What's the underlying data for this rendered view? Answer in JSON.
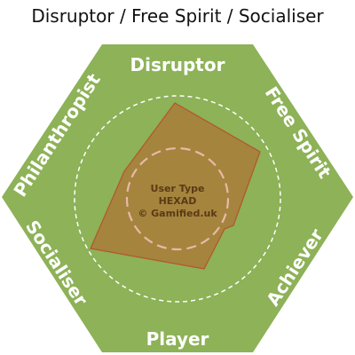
{
  "title": "Disruptor / Free Spirit / Socialiser",
  "hexad": {
    "sides": {
      "top": "Disruptor",
      "upper_right": "Free Spirit",
      "lower_right": "Achiever",
      "bottom": "Player",
      "lower_left": "Socialiser",
      "upper_left": "Philanthropist"
    },
    "center": {
      "line1": "User Type",
      "line2": "HEXAD",
      "line3": "© Gamified.uk"
    }
  },
  "colors": {
    "hexagon": "#8db257",
    "profile_fill": "#a87d3a",
    "profile_stroke": "#b5542e",
    "dashed_circle": "#ffffff",
    "inner_dashed_circle": "#e8b9a8"
  }
}
